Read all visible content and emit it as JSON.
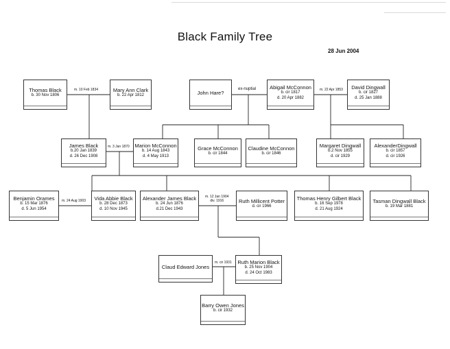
{
  "title": "Black Family Tree",
  "date": "28 Jun 2004",
  "people": {
    "thomas_black": {
      "name": "Thomas Black",
      "lines": [
        "b. 30 Nov 1806"
      ]
    },
    "mary_ann_clark": {
      "name": "Mary Ann Clark",
      "lines": [
        "b. 22 Apr 1812"
      ]
    },
    "john_hare": {
      "name": "John Hare?",
      "lines": []
    },
    "abigail_mcconnon": {
      "name": "Abigail McConnon",
      "lines": [
        "b. cir 1817",
        "d. 20 Apr 1882"
      ]
    },
    "david_dingwall": {
      "name": "David Dingwall",
      "lines": [
        "b. cir 1827",
        "d. 25 Jan 1888"
      ]
    },
    "james_black": {
      "name": "James Black",
      "lines": [
        "b.20 Jan 1839",
        "d. 26 Dec 1908"
      ]
    },
    "marion_mcconnon": {
      "name": "Marion McConnon",
      "lines": [
        "b. 14 Aug 1843",
        "d. 4 May 1913"
      ]
    },
    "grace_mcconnon": {
      "name": "Grace McConnon",
      "lines": [
        "b. cir 1844"
      ]
    },
    "claudine_mcconnon": {
      "name": "Claudine McConnon",
      "lines": [
        "b. cir 1846"
      ]
    },
    "margaret_dingwall": {
      "name": "Margaret Dingwall",
      "lines": [
        "b.2 Nov 1855",
        "d. cir 1929"
      ]
    },
    "alexander_dingwall": {
      "name": "AlexanderDingwall",
      "lines": [
        "b. cir 1857",
        "d. cir 1926"
      ]
    },
    "benjamin_orames": {
      "name": "Benjamin Orames",
      "lines": [
        "b. 15 Mar 1876",
        "d. 5 Jun 1954"
      ]
    },
    "vida_abbie_black": {
      "name": "Vida Abbie Black",
      "lines": [
        "b. 28 Dec 1873",
        "d. 10 Nov 1945"
      ]
    },
    "alexander_james_black": {
      "name": "Alexander James Black",
      "lines": [
        "b. 24 Jun 1876",
        "d.21 Dec 1943"
      ]
    },
    "ruth_millicent_potter": {
      "name": "Ruth Millicent Potter",
      "lines": [
        "d. cir 1966"
      ]
    },
    "thomas_henry_gilbert_black": {
      "name": "Thomas Henry Gilbert Black",
      "lines": [
        "b. 16 Sep 1978",
        "d. 21 Aug 1924"
      ]
    },
    "tasman_dingwall_black": {
      "name": "Tasman Dingwall Black",
      "lines": [
        "b. 19 Mar 1881"
      ]
    },
    "claud_edward_jones": {
      "name": "Claud Edward Jones",
      "lines": []
    },
    "ruth_marion_black": {
      "name": "Ruth Marion Black",
      "lines": [
        "b. 25 Nov 1904",
        "d. 24 Oct 1983"
      ]
    },
    "barry_owen_jones": {
      "name": "Barry Owen Jones",
      "lines": [
        "b. cir 1932"
      ]
    }
  },
  "unions": {
    "thomas_mary": "m. 10 Feb 1834",
    "john_abigail": "ex-nuptial",
    "abigail_david": "m. 22 Apr 1853",
    "james_marion": "m. 3 Jan 1870",
    "benjamin_vida": "m. 24 Aug 1903",
    "alexander_ruth": [
      "m. 12 Jan 1904",
      "div. 1916"
    ],
    "claud_ruth": "m. cir 1931"
  }
}
